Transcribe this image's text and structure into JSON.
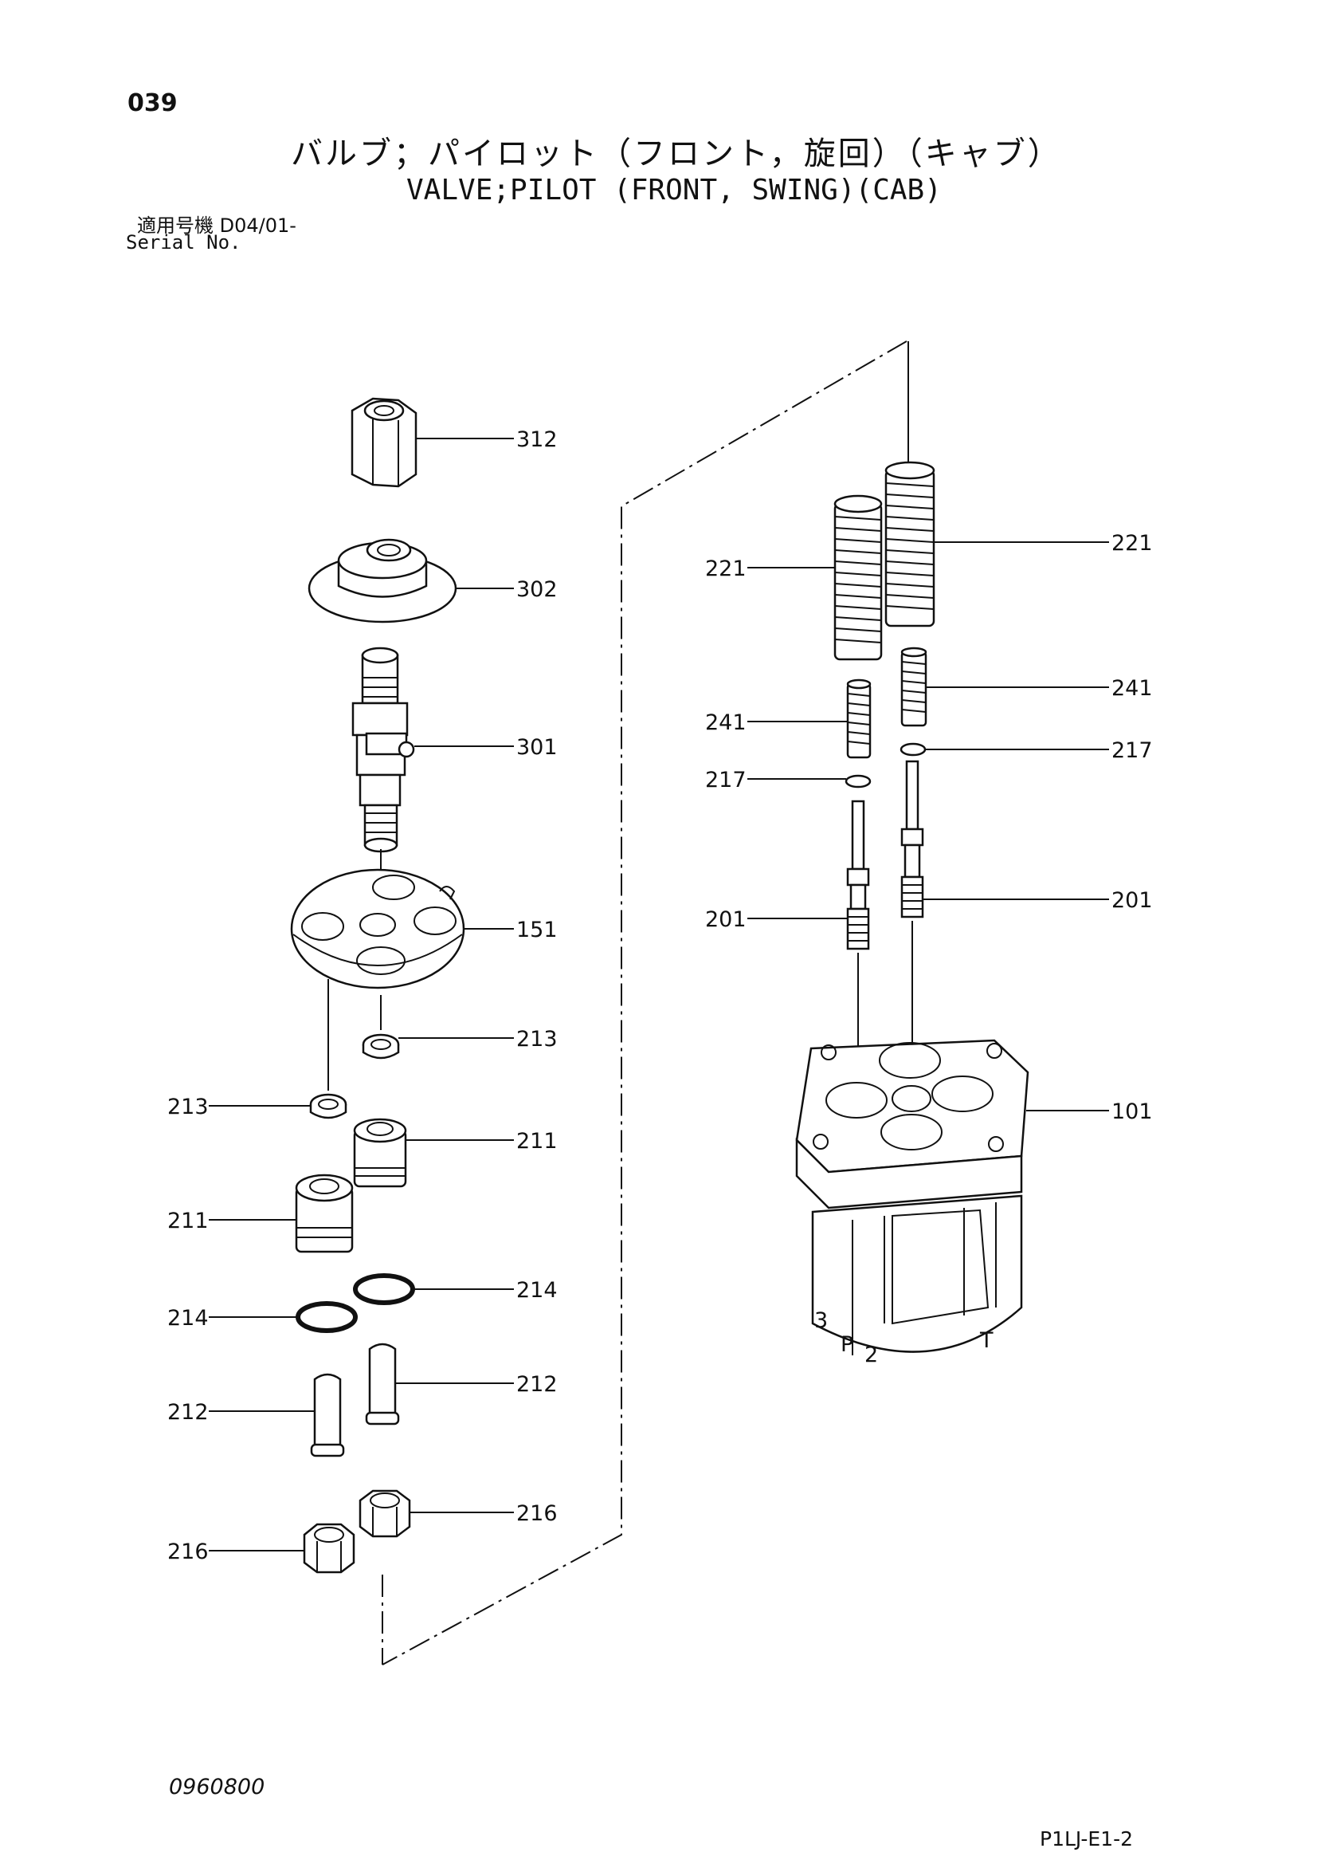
{
  "header": {
    "page_number": "039",
    "title_jp": "バルブ；パイロット（フロント，旋回）（キャブ）",
    "title_en": "VALVE;PILOT (FRONT, SWING)(CAB)",
    "serial_jp": "適用号機  D04/01-",
    "serial_en": "Serial No."
  },
  "footer": {
    "doc_code": "0960800",
    "page_code": "P1LJ-E1-2"
  },
  "callouts": {
    "c312": "312",
    "c302": "302",
    "c301": "301",
    "c151": "151",
    "c213r": "213",
    "c213l": "213",
    "c211r": "211",
    "c211l": "211",
    "c214r": "214",
    "c214l": "214",
    "c212r": "212",
    "c212l": "212",
    "c216r": "216",
    "c216l": "216",
    "c221l": "221",
    "c221r": "221",
    "c241r": "241",
    "c241l": "241",
    "c217r": "217",
    "c217l": "217",
    "c201r": "201",
    "c201l": "201",
    "c101": "101"
  },
  "port_marks": {
    "p3": "3",
    "pP": "P",
    "p2": "2",
    "pT": "T"
  }
}
